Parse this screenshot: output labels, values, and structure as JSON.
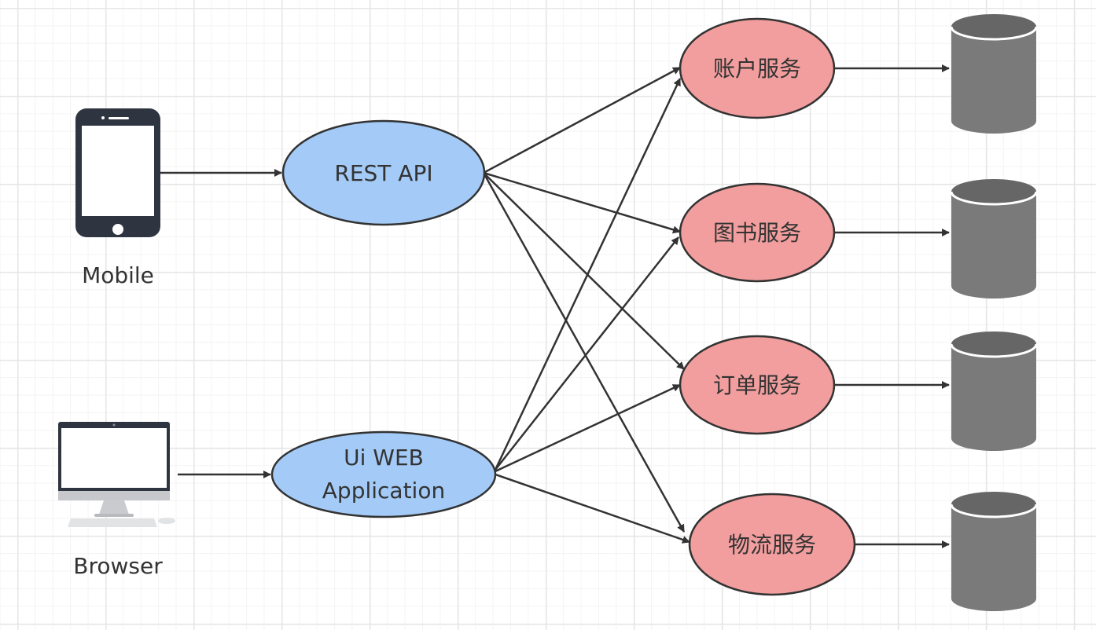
{
  "clients": [
    {
      "label": "Mobile",
      "icon": "smartphone-icon"
    },
    {
      "label": "Browser",
      "icon": "desktop-computer-icon"
    }
  ],
  "gateways": [
    {
      "label": "REST API"
    },
    {
      "lines": [
        "Ui WEB",
        "Application"
      ]
    }
  ],
  "services": [
    {
      "label": "账户服务"
    },
    {
      "label": "图书服务"
    },
    {
      "label": "订单服务"
    },
    {
      "label": "物流服务"
    }
  ],
  "databases": [
    {
      "icon": "database-icon"
    },
    {
      "icon": "database-icon"
    },
    {
      "icon": "database-icon"
    },
    {
      "icon": "database-icon"
    }
  ],
  "colors": {
    "gateway_fill": "#a4cbf7",
    "service_fill": "#f29e9e",
    "outline": "#333333",
    "database_fill": "#7a7a7a",
    "database_top": "#666666",
    "device_frame": "#2f3441"
  }
}
